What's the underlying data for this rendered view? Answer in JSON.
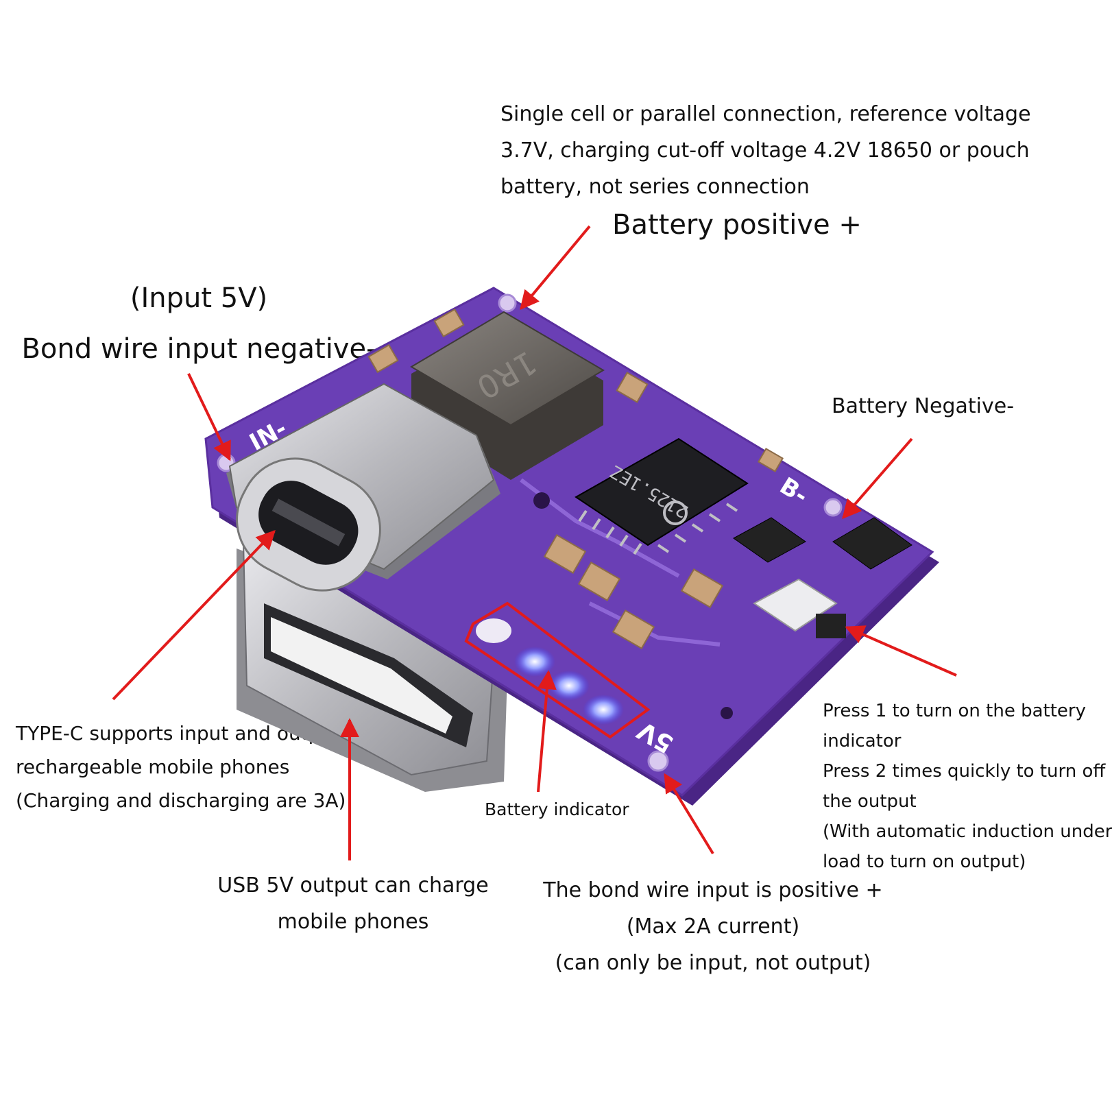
{
  "annotations": {
    "battery_spec": {
      "lines": [
        "Single cell or parallel connection, reference voltage",
        "3.7V, charging cut-off voltage 4.2V 18650 or pouch",
        "battery, not series connection"
      ]
    },
    "battery_positive": "Battery positive +",
    "bond_wire_negative": {
      "lines": [
        "(Input 5V)",
        "Bond wire input negative-"
      ]
    },
    "battery_negative": "Battery Negative-",
    "type_c": {
      "lines": [
        "TYPE-C supports input and output",
        "rechargeable mobile phones",
        "(Charging and discharging are 3A)"
      ]
    },
    "usb_output": {
      "lines": [
        "USB 5V output can charge",
        "mobile phones"
      ]
    },
    "battery_indicator": "Battery indicator",
    "bond_wire_positive": {
      "lines": [
        "The bond wire input is positive +",
        "(Max 2A current)",
        "(can only be input, not output)"
      ]
    },
    "button": {
      "lines": [
        "Press 1 to turn on the battery",
        "indicator",
        "Press 2 times quickly to turn off",
        "the output",
        "(With automatic induction under",
        "load to turn on output)"
      ]
    }
  },
  "board_markings": {
    "inductor": "1R0",
    "ic": "2125.1EZ",
    "pin_left": "IN-",
    "pin_right": "B-",
    "pin_bottom": "5V"
  },
  "colors": {
    "pcb": "#6a3fb5",
    "pcb_dark": "#4a2585",
    "arrow": "#e21b1b",
    "metal": "#c8c8cc",
    "inductor": "#5e5a56",
    "ic": "#1e1e22",
    "capacitor": "#c9a37a",
    "led": "#3a48ff"
  }
}
